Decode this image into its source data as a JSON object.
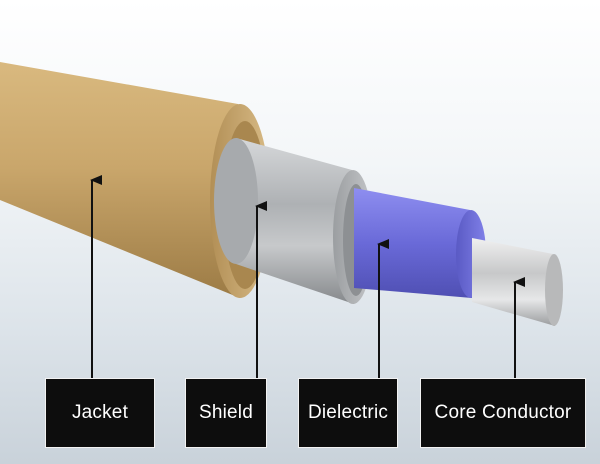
{
  "diagram": {
    "labels": {
      "jacket": "Jacket",
      "shield": "Shield",
      "dielectric": "Dielectric",
      "core": "Core Conductor"
    },
    "colors": {
      "jacket": "#c9a66b",
      "shield": "#b9bcbf",
      "dielectric": "#6f6fe0",
      "core": "#d9dadb",
      "label_bg": "#0d0d0d",
      "label_text": "#ffffff",
      "arrow": "#111111"
    }
  }
}
